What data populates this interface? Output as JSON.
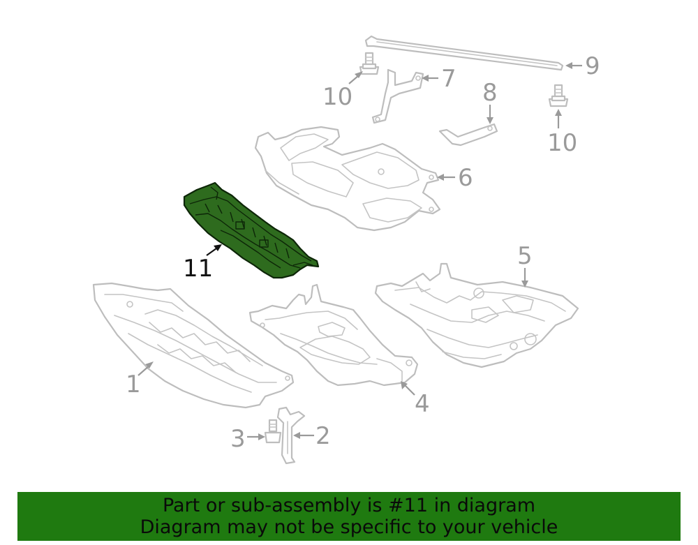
{
  "diagram": {
    "callouts": [
      {
        "id": "1",
        "label": "1"
      },
      {
        "id": "2",
        "label": "2"
      },
      {
        "id": "3",
        "label": "3"
      },
      {
        "id": "4",
        "label": "4"
      },
      {
        "id": "5",
        "label": "5"
      },
      {
        "id": "6",
        "label": "6"
      },
      {
        "id": "7",
        "label": "7"
      },
      {
        "id": "8",
        "label": "8"
      },
      {
        "id": "9",
        "label": "9"
      },
      {
        "id": "10a",
        "label": "10"
      },
      {
        "id": "10b",
        "label": "10"
      },
      {
        "id": "11",
        "label": "11"
      }
    ],
    "highlighted_part": "11",
    "colors": {
      "highlight_fill": "#2e6b1e",
      "line_gray": "#bdbdbd",
      "label_gray": "#9a9a9a",
      "banner_bg": "#1f7a10"
    }
  },
  "banner": {
    "line1": "Part or sub-assembly is #11 in diagram",
    "line2": "Diagram may not be specific to your vehicle"
  }
}
